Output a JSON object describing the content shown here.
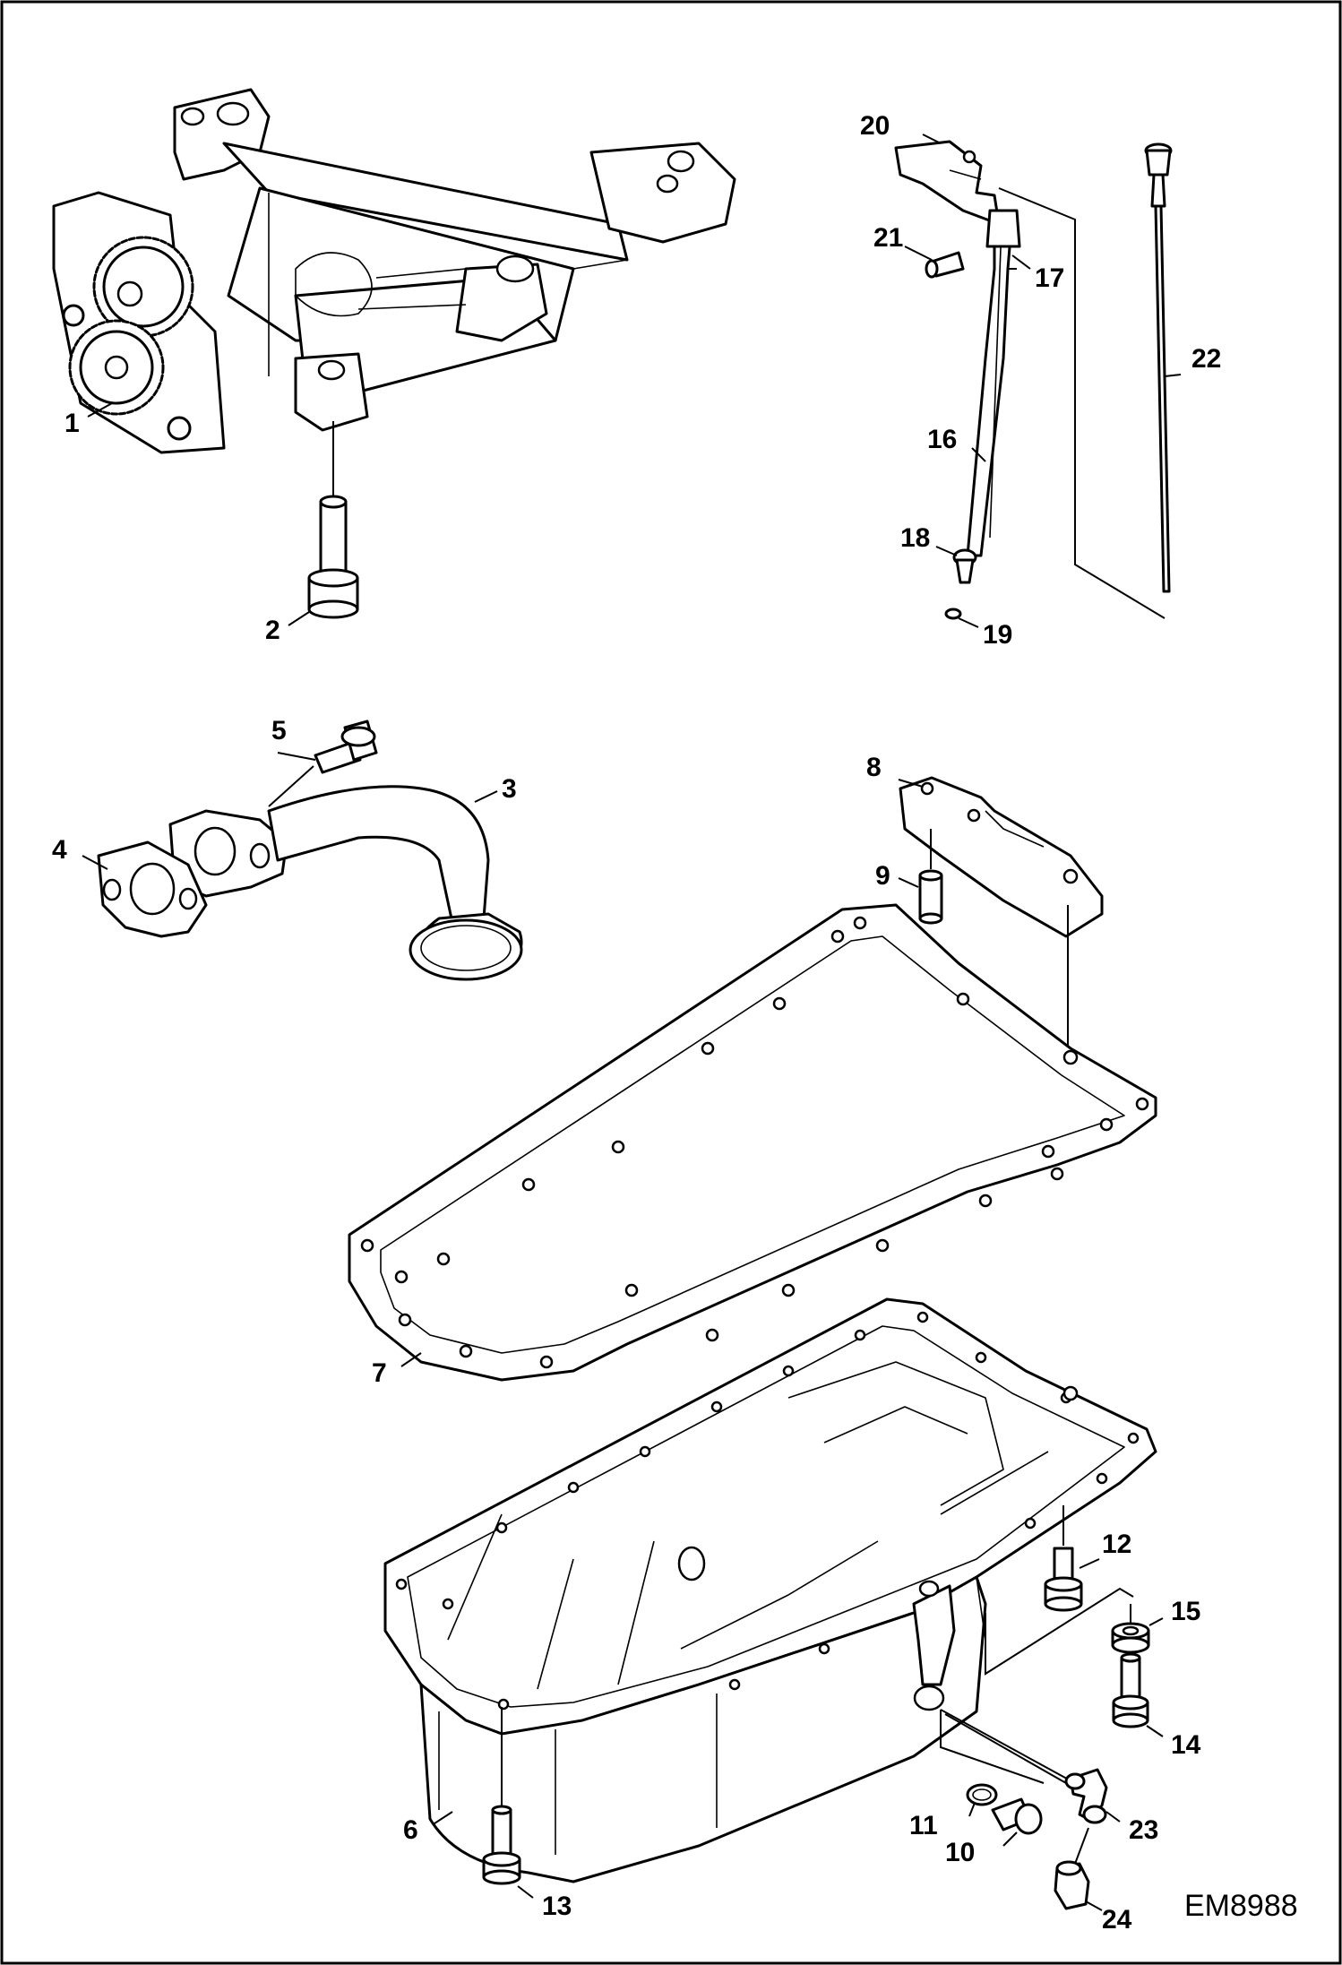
{
  "document_code": "EM8988",
  "callouts": {
    "c1": "1",
    "c2": "2",
    "c3": "3",
    "c4": "4",
    "c5": "5",
    "c6": "6",
    "c7": "7",
    "c8": "8",
    "c9": "9",
    "c10": "10",
    "c11": "11",
    "c12": "12",
    "c13": "13",
    "c14": "14",
    "c15": "15",
    "c16": "16",
    "c17": "17",
    "c18": "18",
    "c19": "19",
    "c20": "20",
    "c21": "21",
    "c22": "22",
    "c23": "23",
    "c24": "24"
  },
  "colors": {
    "ink": "#000000",
    "paper": "#ffffff"
  }
}
